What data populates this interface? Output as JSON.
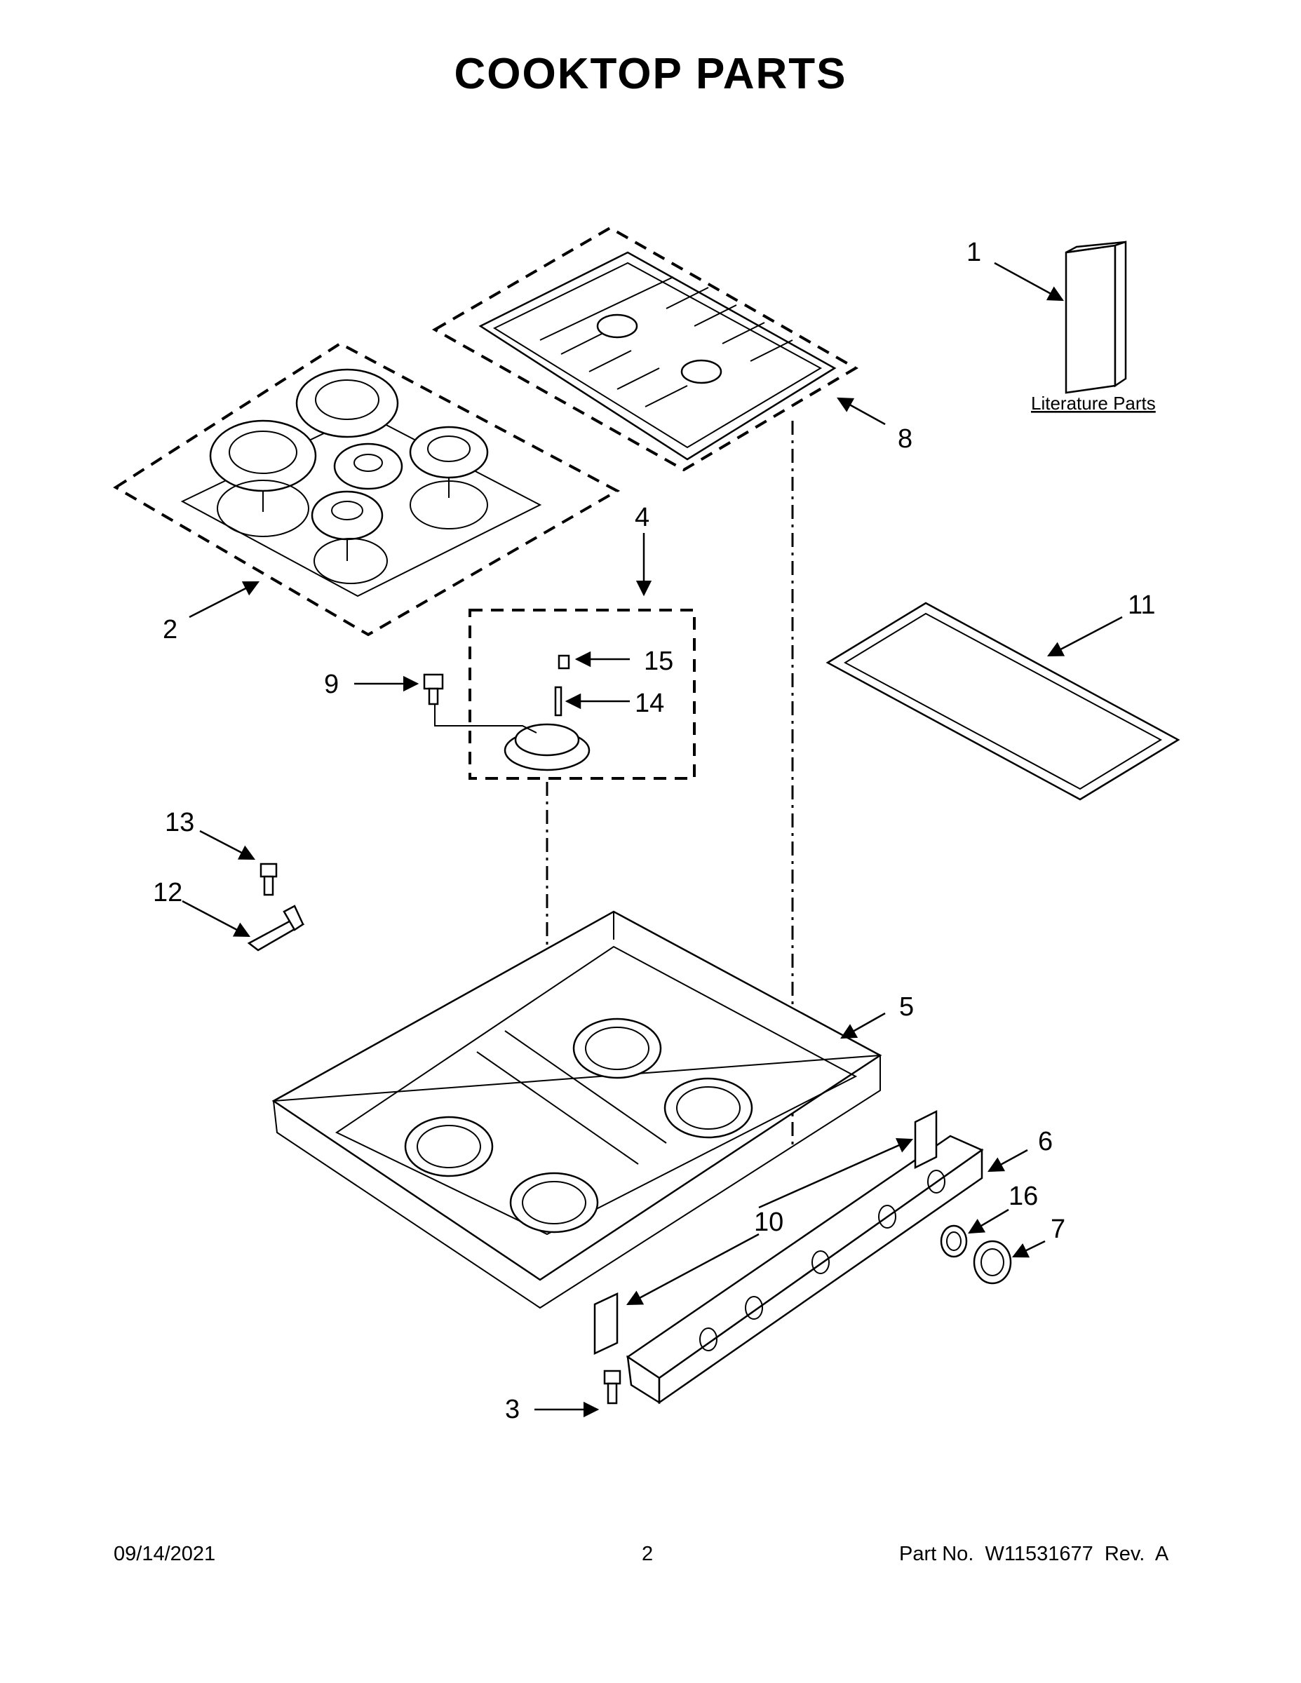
{
  "title": "COOKTOP PARTS",
  "literature_label": "Literature Parts",
  "callouts": [
    "1",
    "2",
    "3",
    "4",
    "5",
    "6",
    "7",
    "8",
    "9",
    "10",
    "11",
    "12",
    "13",
    "14",
    "15",
    "16"
  ],
  "footer": {
    "date": "09/14/2021",
    "page": "2",
    "part_no": "Part No.  W11531677  Rev.  A"
  }
}
